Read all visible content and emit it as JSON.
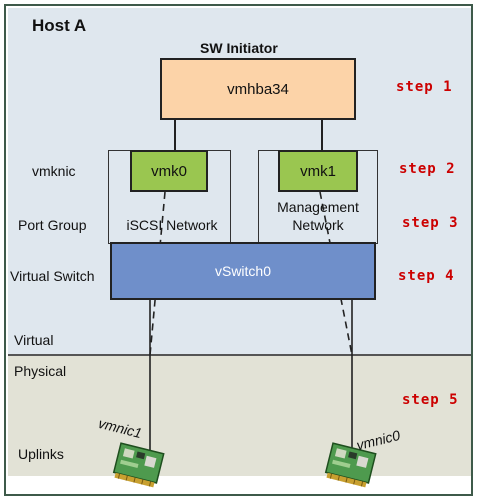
{
  "host": {
    "title": "Host A"
  },
  "initiator": {
    "title": "SW Initiator",
    "hba": "vmhba34"
  },
  "rows": {
    "vmknic": "vmknic",
    "port_group": "Port Group",
    "virtual_switch": "Virtual Switch",
    "virtual": "Virtual",
    "physical": "Physical",
    "uplinks": "Uplinks"
  },
  "vmks": [
    {
      "label": "vmk0",
      "port_group": "iSCSI Network"
    },
    {
      "label": "vmk1",
      "port_group_line1": "Management",
      "port_group_line2": "Network"
    }
  ],
  "vswitch": {
    "label": "vSwitch0"
  },
  "uplinks": [
    {
      "label": "vmnic1"
    },
    {
      "label": "vmnic0"
    }
  ],
  "steps": [
    "step 1",
    "step 2",
    "step 3",
    "step 4",
    "step 5"
  ],
  "colors": {
    "hba": "#fcd3a8",
    "vmk": "#9ac650",
    "vswitch": "#6f8fca",
    "virtual_bg": "#dfe7ee",
    "physical_bg": "#e2e2d6",
    "step_text": "#cc0000"
  }
}
